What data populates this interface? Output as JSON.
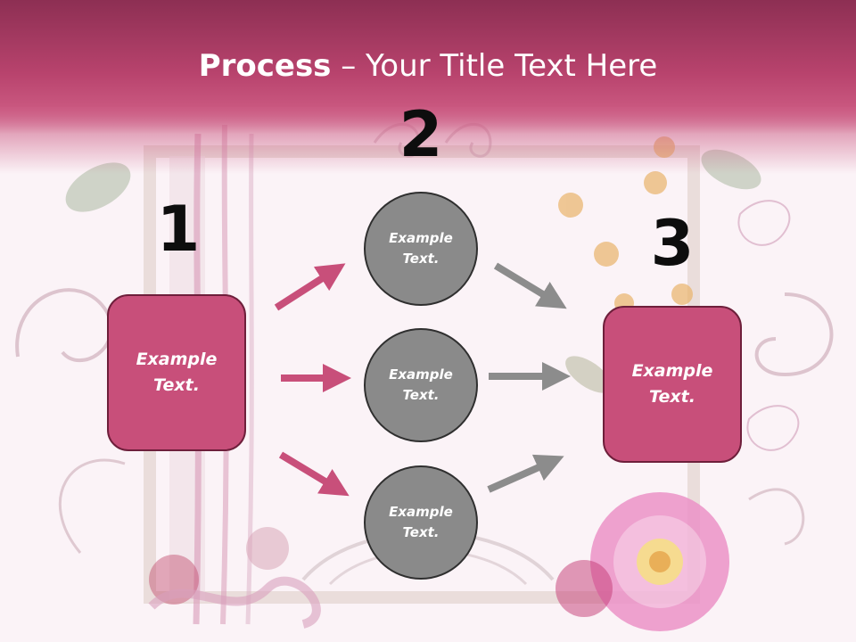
{
  "title": {
    "bold": "Process",
    "rest": " – Your Title Text Here"
  },
  "steps": [
    {
      "number": "1",
      "text": "Example\nText."
    },
    {
      "number": "2",
      "text": "Example\nText."
    },
    {
      "number": "3",
      "text": "Example\nText."
    }
  ],
  "circles": [
    {
      "text": "Example\nText."
    },
    {
      "text": "Example\nText."
    },
    {
      "text": "Example\nText."
    }
  ],
  "colors": {
    "accent": "#c84f7a",
    "title_band": "#b8436d",
    "circle": "#8a8a8a",
    "arrow_pink": "#c84f7a",
    "arrow_gray": "#8c8c8c"
  }
}
